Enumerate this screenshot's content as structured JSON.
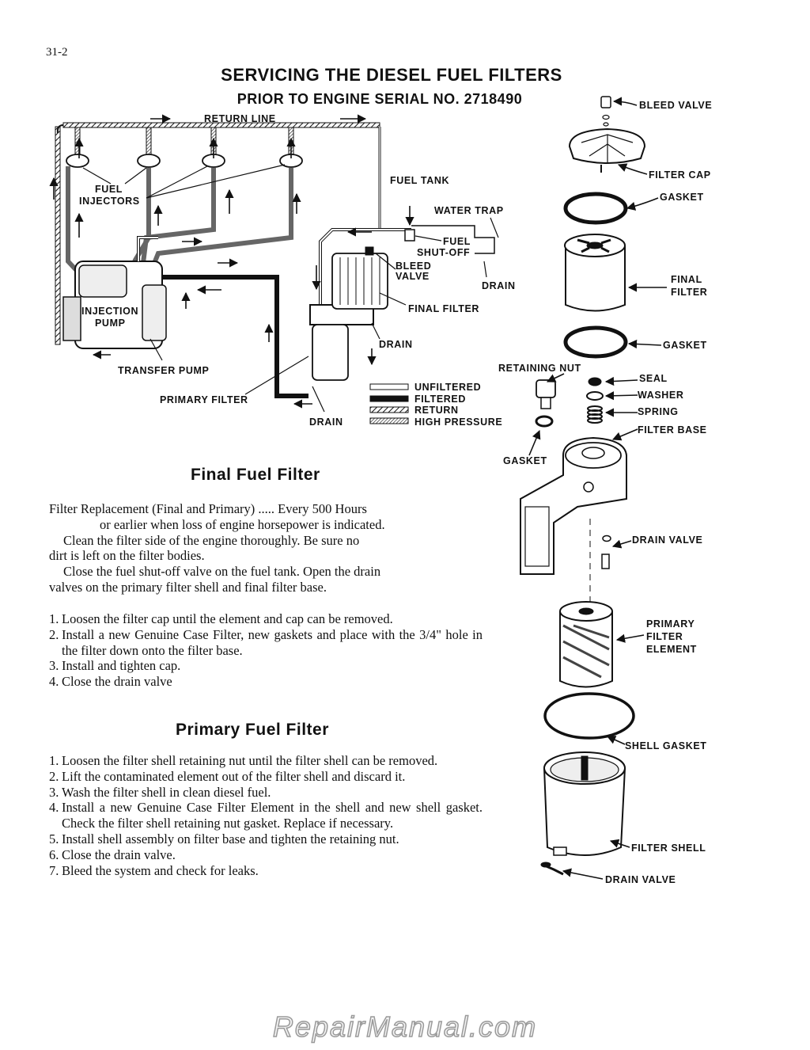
{
  "page_number": "31-2",
  "title": "SERVICING THE DIESEL FUEL FILTERS",
  "subtitle": "PRIOR TO ENGINE SERIAL NO. 2718490",
  "schematic": {
    "return_line": "RETURN LINE",
    "fuel_injectors": [
      "FUEL",
      "INJECTORS"
    ],
    "fuel_tank": "FUEL TANK",
    "water_trap": "WATER TRAP",
    "fuel_shutoff": [
      "FUEL",
      "SHUT-OFF"
    ],
    "bleed_valve": [
      "BLEED",
      "VALVE"
    ],
    "drain_top": "DRAIN",
    "injection_pump": [
      "INJECTION",
      "PUMP"
    ],
    "final_filter": "FINAL FILTER",
    "drain_mid": "DRAIN",
    "transfer_pump": "TRANSFER PUMP",
    "primary_filter": "PRIMARY FILTER",
    "drain_bottom": "DRAIN"
  },
  "legend": [
    {
      "label": "UNFILTERED",
      "style": "outline"
    },
    {
      "label": "FILTERED",
      "style": "solid"
    },
    {
      "label": "RETURN",
      "style": "hatch"
    },
    {
      "label": "HIGH PRESSURE",
      "style": "dense"
    }
  ],
  "exploded": {
    "bleed_valve": "BLEED VALVE",
    "filter_cap": "FILTER CAP",
    "gasket_1": "GASKET",
    "final_filter": [
      "FINAL",
      "FILTER"
    ],
    "gasket_2": "GASKET",
    "retaining_nut": "RETAINING NUT",
    "seal": "SEAL",
    "washer": "WASHER",
    "spring": "SPRING",
    "filter_base": "FILTER BASE",
    "gasket_3": "GASKET",
    "drain_valve_1": "DRAIN VALVE",
    "primary_element": [
      "PRIMARY",
      "FILTER",
      "ELEMENT"
    ],
    "shell_gasket": "SHELL GASKET",
    "filter_shell": "FILTER SHELL",
    "drain_valve_2": "DRAIN VALVE"
  },
  "final_section": {
    "heading": "Final Fuel Filter",
    "lines": [
      "Filter Replacement (Final and Primary) ..... Every 500 Hours",
      "or earlier when loss of engine horsepower is indicated.",
      "Clean the filter side of the engine thoroughly. Be sure no",
      "dirt is left on the filter bodies.",
      "Close the fuel shut-off valve on the fuel tank. Open the drain",
      "valves on the primary filter shell and final filter base."
    ],
    "steps": [
      {
        "n": "1.",
        "text": "Loosen the filter cap until the element and cap can be removed."
      },
      {
        "n": "2.",
        "text": "Install a new Genuine Case Filter, new gaskets and place with the 3/4\" hole in the filter down onto the filter base."
      },
      {
        "n": "3.",
        "text": "Install and tighten cap."
      },
      {
        "n": "4.",
        "text": "Close the drain valve"
      }
    ]
  },
  "primary_section": {
    "heading": "Primary Fuel Filter",
    "steps": [
      {
        "n": "1.",
        "text": "Loosen the filter shell retaining nut until the filter shell can be removed."
      },
      {
        "n": "2.",
        "text": "Lift the contaminated element out of the filter shell and discard it."
      },
      {
        "n": "3.",
        "text": "Wash the filter shell in clean diesel fuel."
      },
      {
        "n": "4.",
        "text": "Install a new Genuine Case Filter Element in the shell and new shell gasket. Check the filter shell retaining nut gasket. Replace if necessary."
      },
      {
        "n": "5.",
        "text": "Install shell assembly on filter base and tighten the retaining nut."
      },
      {
        "n": "6.",
        "text": "Close the drain valve."
      },
      {
        "n": "7.",
        "text": "Bleed the system and check for leaks."
      }
    ]
  },
  "watermark": "RepairManual.com"
}
